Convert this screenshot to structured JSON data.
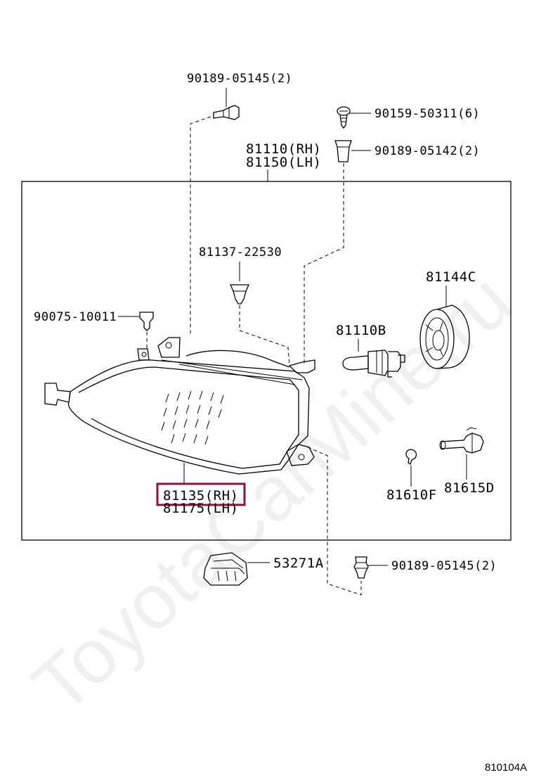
{
  "labels": {
    "p_90189_05145_top": "90189-05145(2)",
    "p_90159_50311": "90159-50311(6)",
    "p_90189_05142": "90189-05142(2)",
    "p_81110_rh": "81110(RH)",
    "p_81150_lh": "81150(LH)",
    "p_81137_22530": "81137-22530",
    "p_81144c": "81144C",
    "p_90075_10011": "90075-10011",
    "p_81110b": "81110B",
    "p_81135_rh": "81135(RH)",
    "p_81175_lh": "81175(LH)",
    "p_81610f": "81610F",
    "p_81615d": "81615D",
    "p_53271a": "53271A",
    "p_90189_05145_bottom": "90189-05145(2)"
  },
  "highlight": {
    "part": "81135(RH)",
    "color": "#8b1538"
  },
  "watermark": "ToyotaCarMine.ru",
  "reference_code": "810104A"
}
